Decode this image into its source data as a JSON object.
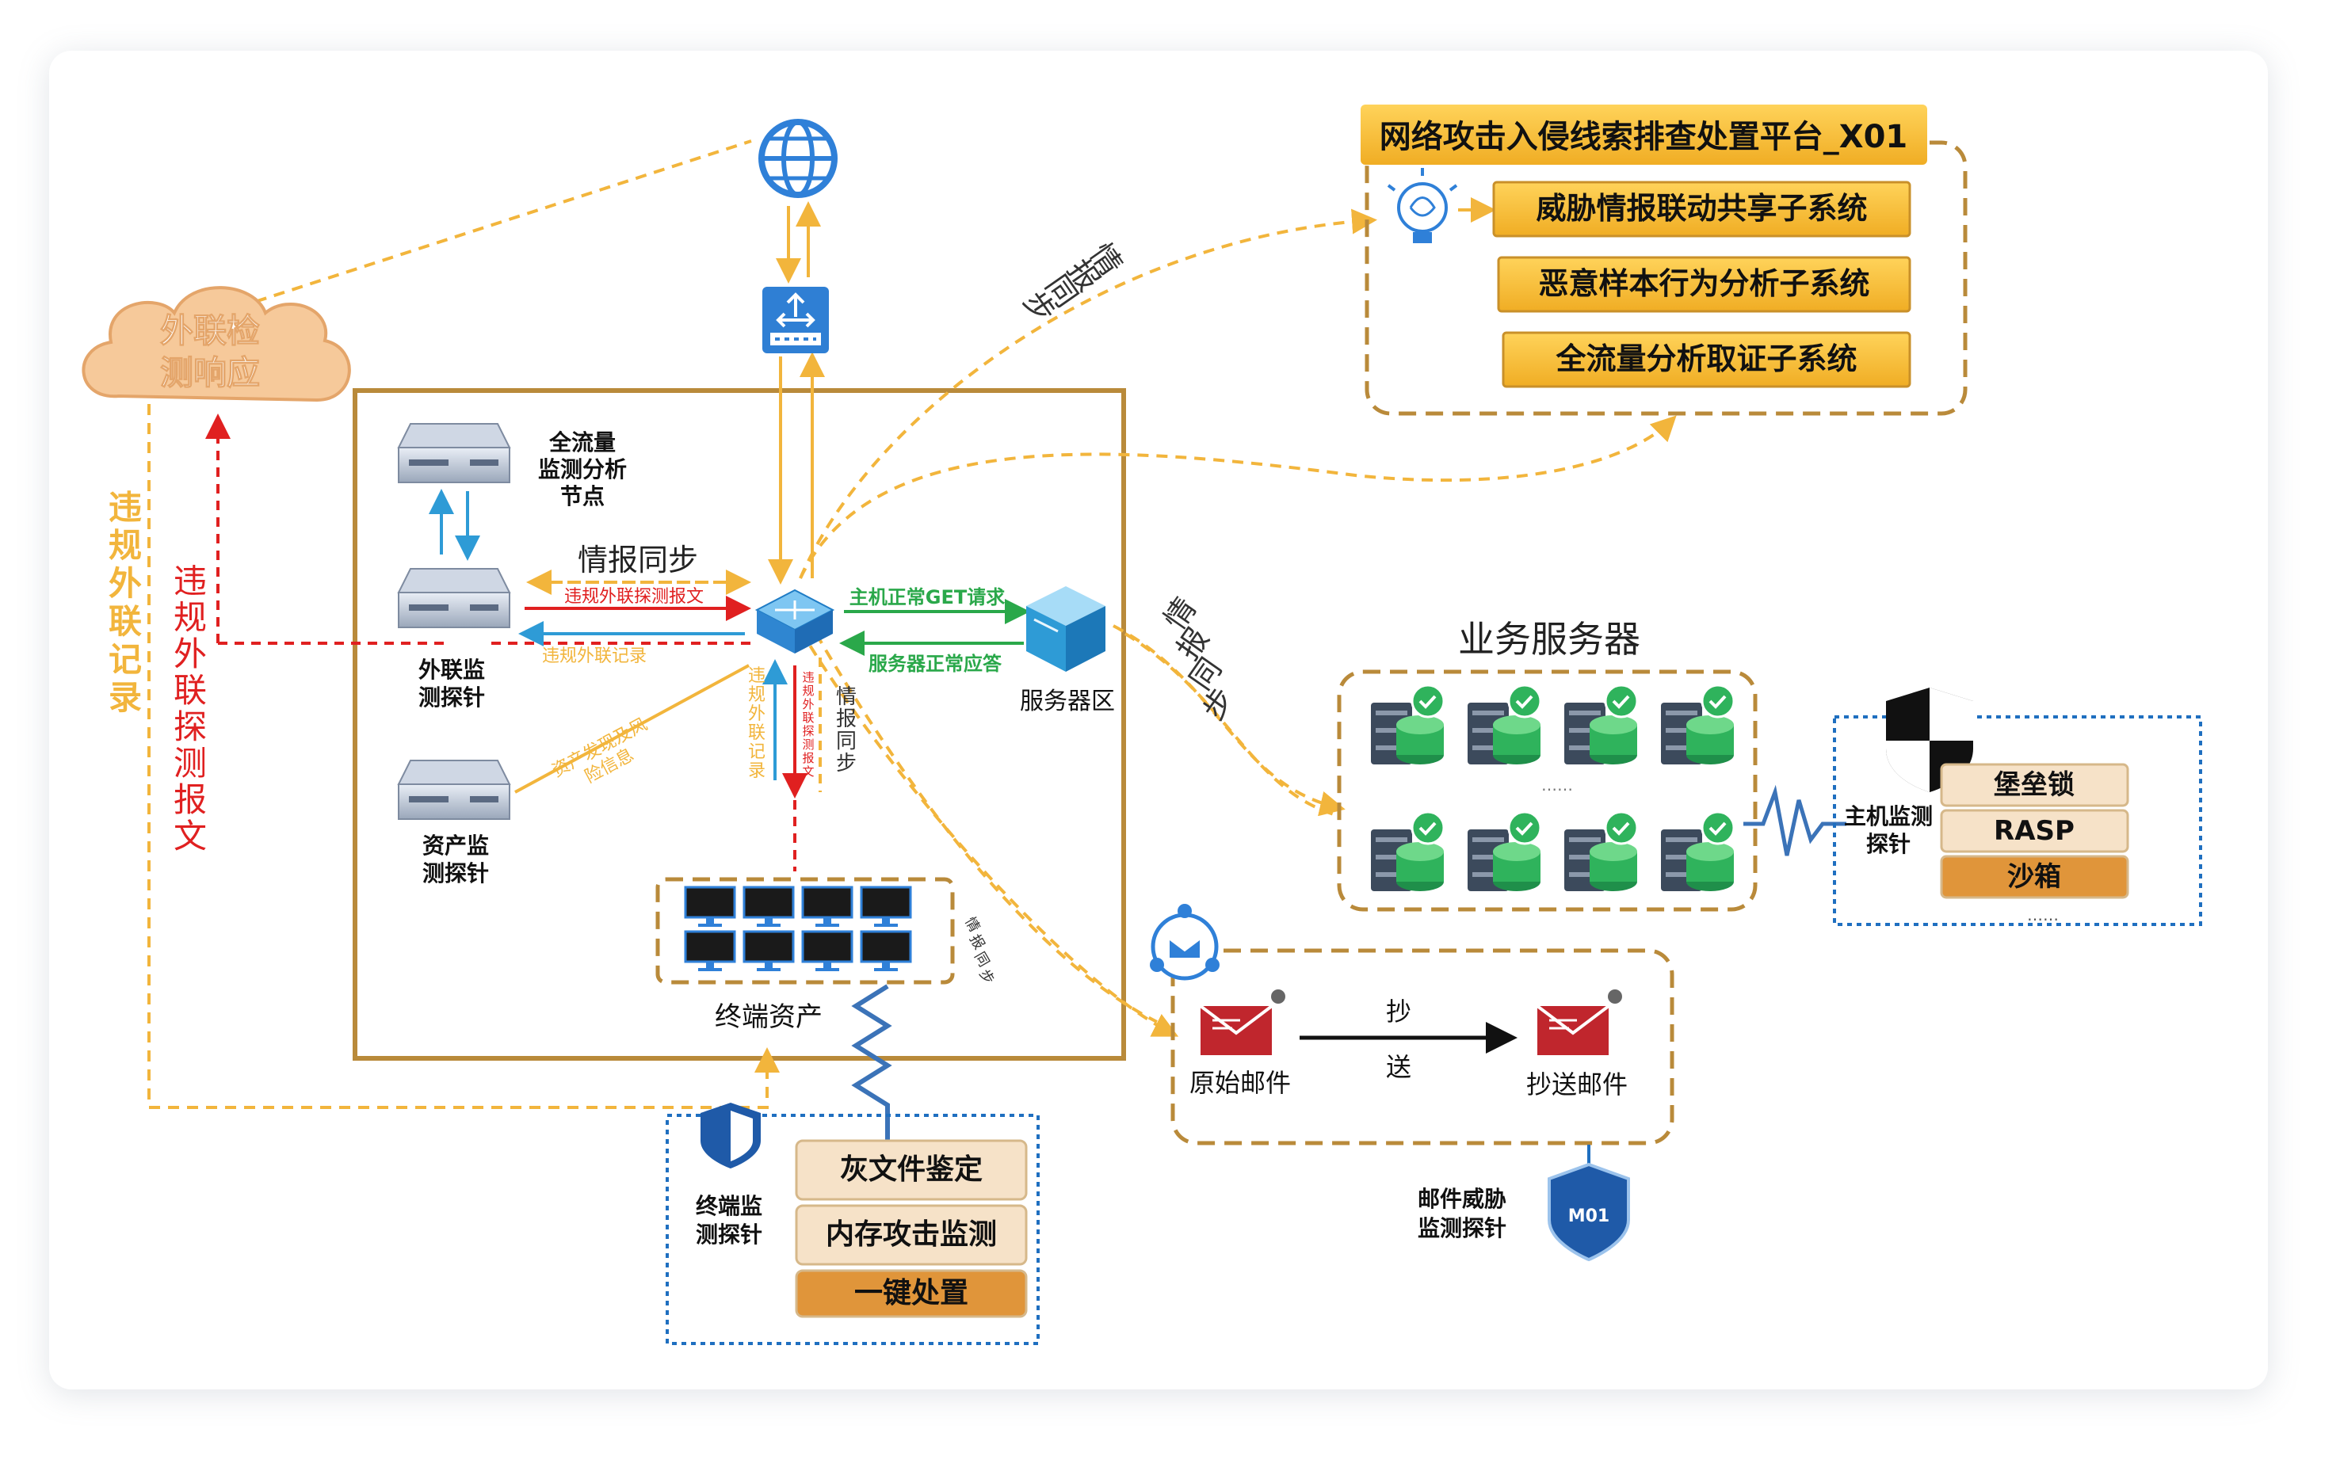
{
  "platform": {
    "title": "网络攻击入侵线索排查处置平台_X01",
    "subsystems": [
      "威胁情报联动共享子系统",
      "恶意样本行为分析子系统",
      "全流量分析取证子系统"
    ]
  },
  "cloud": {
    "line1": "外联检",
    "line2": "测响应"
  },
  "left_vertical": {
    "orange": [
      "违",
      "规",
      "外",
      "联",
      "记",
      "录"
    ],
    "red": [
      "违",
      "规",
      "外",
      "联",
      "探",
      "测",
      "报",
      "文"
    ]
  },
  "zone": {
    "full_traffic_node": [
      "全流量",
      "监测分析",
      "节点"
    ],
    "outbound_probe": [
      "外联监",
      "测探针"
    ],
    "asset_probe": [
      "资产监",
      "测探针"
    ],
    "intel_sync": "情报同步",
    "red_msg": "违规外联探测报文",
    "blue_msg": "违规外联记录",
    "asset_msg": [
      "资产发现及风",
      "险信息"
    ],
    "server_area": "服务器区",
    "get_request": "主机正常GET请求",
    "server_response": "服务器正常应答",
    "vertical_record": [
      "违",
      "规",
      "外",
      "联",
      "记",
      "录"
    ],
    "vertical_red": [
      "违",
      "规",
      "外",
      "联",
      "探",
      "测",
      "报",
      "文"
    ],
    "vertical_sync": [
      "情",
      "报",
      "同",
      "步"
    ],
    "terminal_assets": "终端资产",
    "terminal_sync": [
      "情",
      "报",
      "同",
      "步"
    ]
  },
  "intel_sync_top": [
    "情",
    "报",
    "同",
    "步"
  ],
  "intel_sync_right": [
    "情",
    "报",
    "同",
    "步"
  ],
  "business": {
    "title": "业务服务器",
    "ellipsis": "……"
  },
  "host_probe": {
    "label": [
      "主机监测",
      "探针"
    ],
    "items": [
      "堡垒锁",
      "RASP",
      "沙箱"
    ],
    "ellipsis": "……"
  },
  "email": {
    "original": "原始邮件",
    "cc": "抄送邮件",
    "arrow_top": "抄",
    "arrow_bottom": "送",
    "probe": [
      "邮件威胁",
      "监测探针"
    ],
    "badge": "M01"
  },
  "terminal_probe": {
    "label": [
      "终端监",
      "测探针"
    ],
    "items": [
      "灰文件鉴定",
      "内存攻击监测",
      "一键处置"
    ]
  },
  "colors": {
    "gold_box": "#f6c13a",
    "gold_border": "#c9902a",
    "dash_orange": "#f2b53c",
    "red": "#e02020",
    "blue": "#2e9bd6",
    "green": "#2aa84a",
    "zone_border": "#b98a3a",
    "probe_blue": "#1f6fc0",
    "sandbox": "#e0953a",
    "beige": "#f6e2c8"
  },
  "icons": [
    "globe-icon",
    "router-icon",
    "cloud-icon",
    "server-rack-icon",
    "switch-icon",
    "server-cube-icon",
    "monitor-icon",
    "db-shield-icon",
    "shield-icon",
    "email-icon",
    "brain-bulb-icon",
    "mail-share-icon"
  ]
}
